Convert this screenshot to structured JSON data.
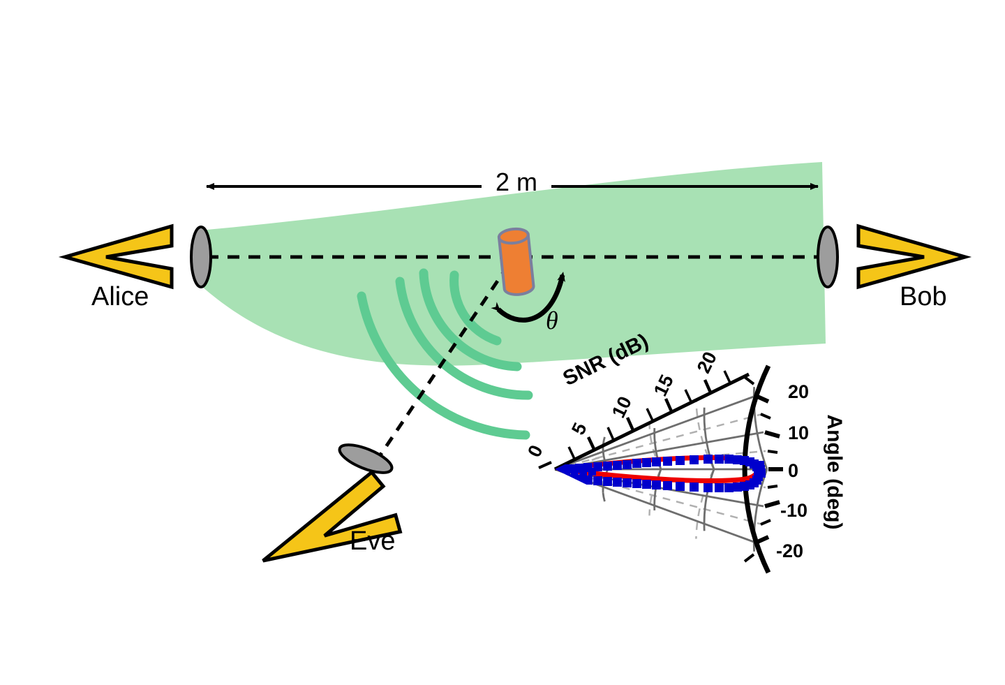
{
  "figure": {
    "title": "Over-the-air wireless link with rotating cylindrical scatterer and eavesdropper",
    "background_color": "#ffffff"
  },
  "colors": {
    "beam_green": "#a6e0b2",
    "wave_green": "#5ecb92",
    "horn_yellow": "#f5c518",
    "cylinder_orange": "#ee7f33",
    "cylinder_edge": "#7b7f9e",
    "aperture_gray": "#9d9d9d",
    "outline_black": "#000000",
    "marker_blue": "#0000cc",
    "curve_red": "#ee0000",
    "grid_gray": "#6e6e6e",
    "grid_dashed": "#b0b0b0"
  },
  "scene": {
    "alice": {
      "label": "Alice",
      "icon": "horn-antenna-icon"
    },
    "bob": {
      "label": "Bob",
      "icon": "horn-antenna-icon"
    },
    "eve": {
      "label": "Eve",
      "icon": "horn-antenna-icon"
    },
    "distance": {
      "label": "2 m",
      "icon": "double-arrow-icon"
    },
    "rotation": {
      "label": "θ",
      "icon": "curved-double-arrow-icon"
    },
    "scatterer": {
      "name": "cylinder",
      "icon": "cylinder-icon"
    },
    "beam": {
      "name": "line-of-sight-beam"
    },
    "scattered_waves": {
      "name": "scattered-wavefronts",
      "count": 4
    },
    "boresight": {
      "name": "line-of-sight-axis"
    },
    "eve_path": {
      "name": "scatterer-to-eve-path"
    }
  },
  "chart_data": {
    "type": "line",
    "subtype": "polar-sector",
    "title": "",
    "rlabel": "SNR (dB)",
    "tlabel": "Angle (deg)",
    "rlim": [
      0,
      22
    ],
    "r_ticks": [
      0,
      5,
      10,
      15,
      20
    ],
    "r_tick_labels": [
      "0",
      "5",
      "10",
      "15",
      "20"
    ],
    "theta_lim": [
      -26,
      26
    ],
    "theta_ticks": [
      -20,
      -10,
      0,
      10,
      20
    ],
    "theta_tick_labels": [
      "-20",
      "-10",
      "0",
      "10",
      "20"
    ],
    "theta_minor_step": 5,
    "grid": true,
    "grid_solid_theta": [
      -20,
      -10,
      0,
      10,
      20
    ],
    "grid_dashed_theta": [
      -15,
      -5,
      5,
      15
    ],
    "grid_solid_r": [
      5,
      10,
      15,
      20
    ],
    "grid_dashed_r": [
      2.5,
      7.5,
      12.5,
      17.5
    ],
    "legend": [],
    "series": [
      {
        "name": "measured-snr",
        "style": "squares",
        "color": "#0000cc",
        "theta": [
          0.0,
          0.3,
          0.6,
          0.9,
          1.2,
          1.5,
          1.8,
          2.0,
          2.2,
          2.4,
          2.6,
          2.8,
          3.0,
          3.2,
          3.4,
          3.6,
          3.8,
          4.0,
          4.2,
          4.4,
          4.6,
          4.8,
          5.0
        ],
        "r": [
          21.8,
          21.7,
          21.5,
          21.2,
          20.8,
          20.2,
          19.4,
          18.6,
          17.6,
          16.5,
          15.4,
          14.2,
          13.0,
          11.8,
          10.6,
          9.4,
          8.2,
          7.0,
          5.8,
          4.6,
          3.4,
          2.2,
          1.0
        ],
        "mirrored": true
      },
      {
        "name": "model-snr",
        "style": "line",
        "color": "#ee0000",
        "theta": [
          0.0,
          0.5,
          1.0,
          1.5,
          2.0,
          2.5,
          3.0,
          3.5,
          4.0,
          4.5,
          5.0
        ],
        "r": [
          21.8,
          21.55,
          20.9,
          20.2,
          18.6,
          16.0,
          13.0,
          10.0,
          7.0,
          4.0,
          1.0
        ],
        "mirrored": true
      }
    ],
    "annotations": [
      {
        "text": "SNR (dB)",
        "role": "radial-axis-label"
      },
      {
        "text": "Angle (deg)",
        "role": "angular-axis-label"
      }
    ]
  }
}
